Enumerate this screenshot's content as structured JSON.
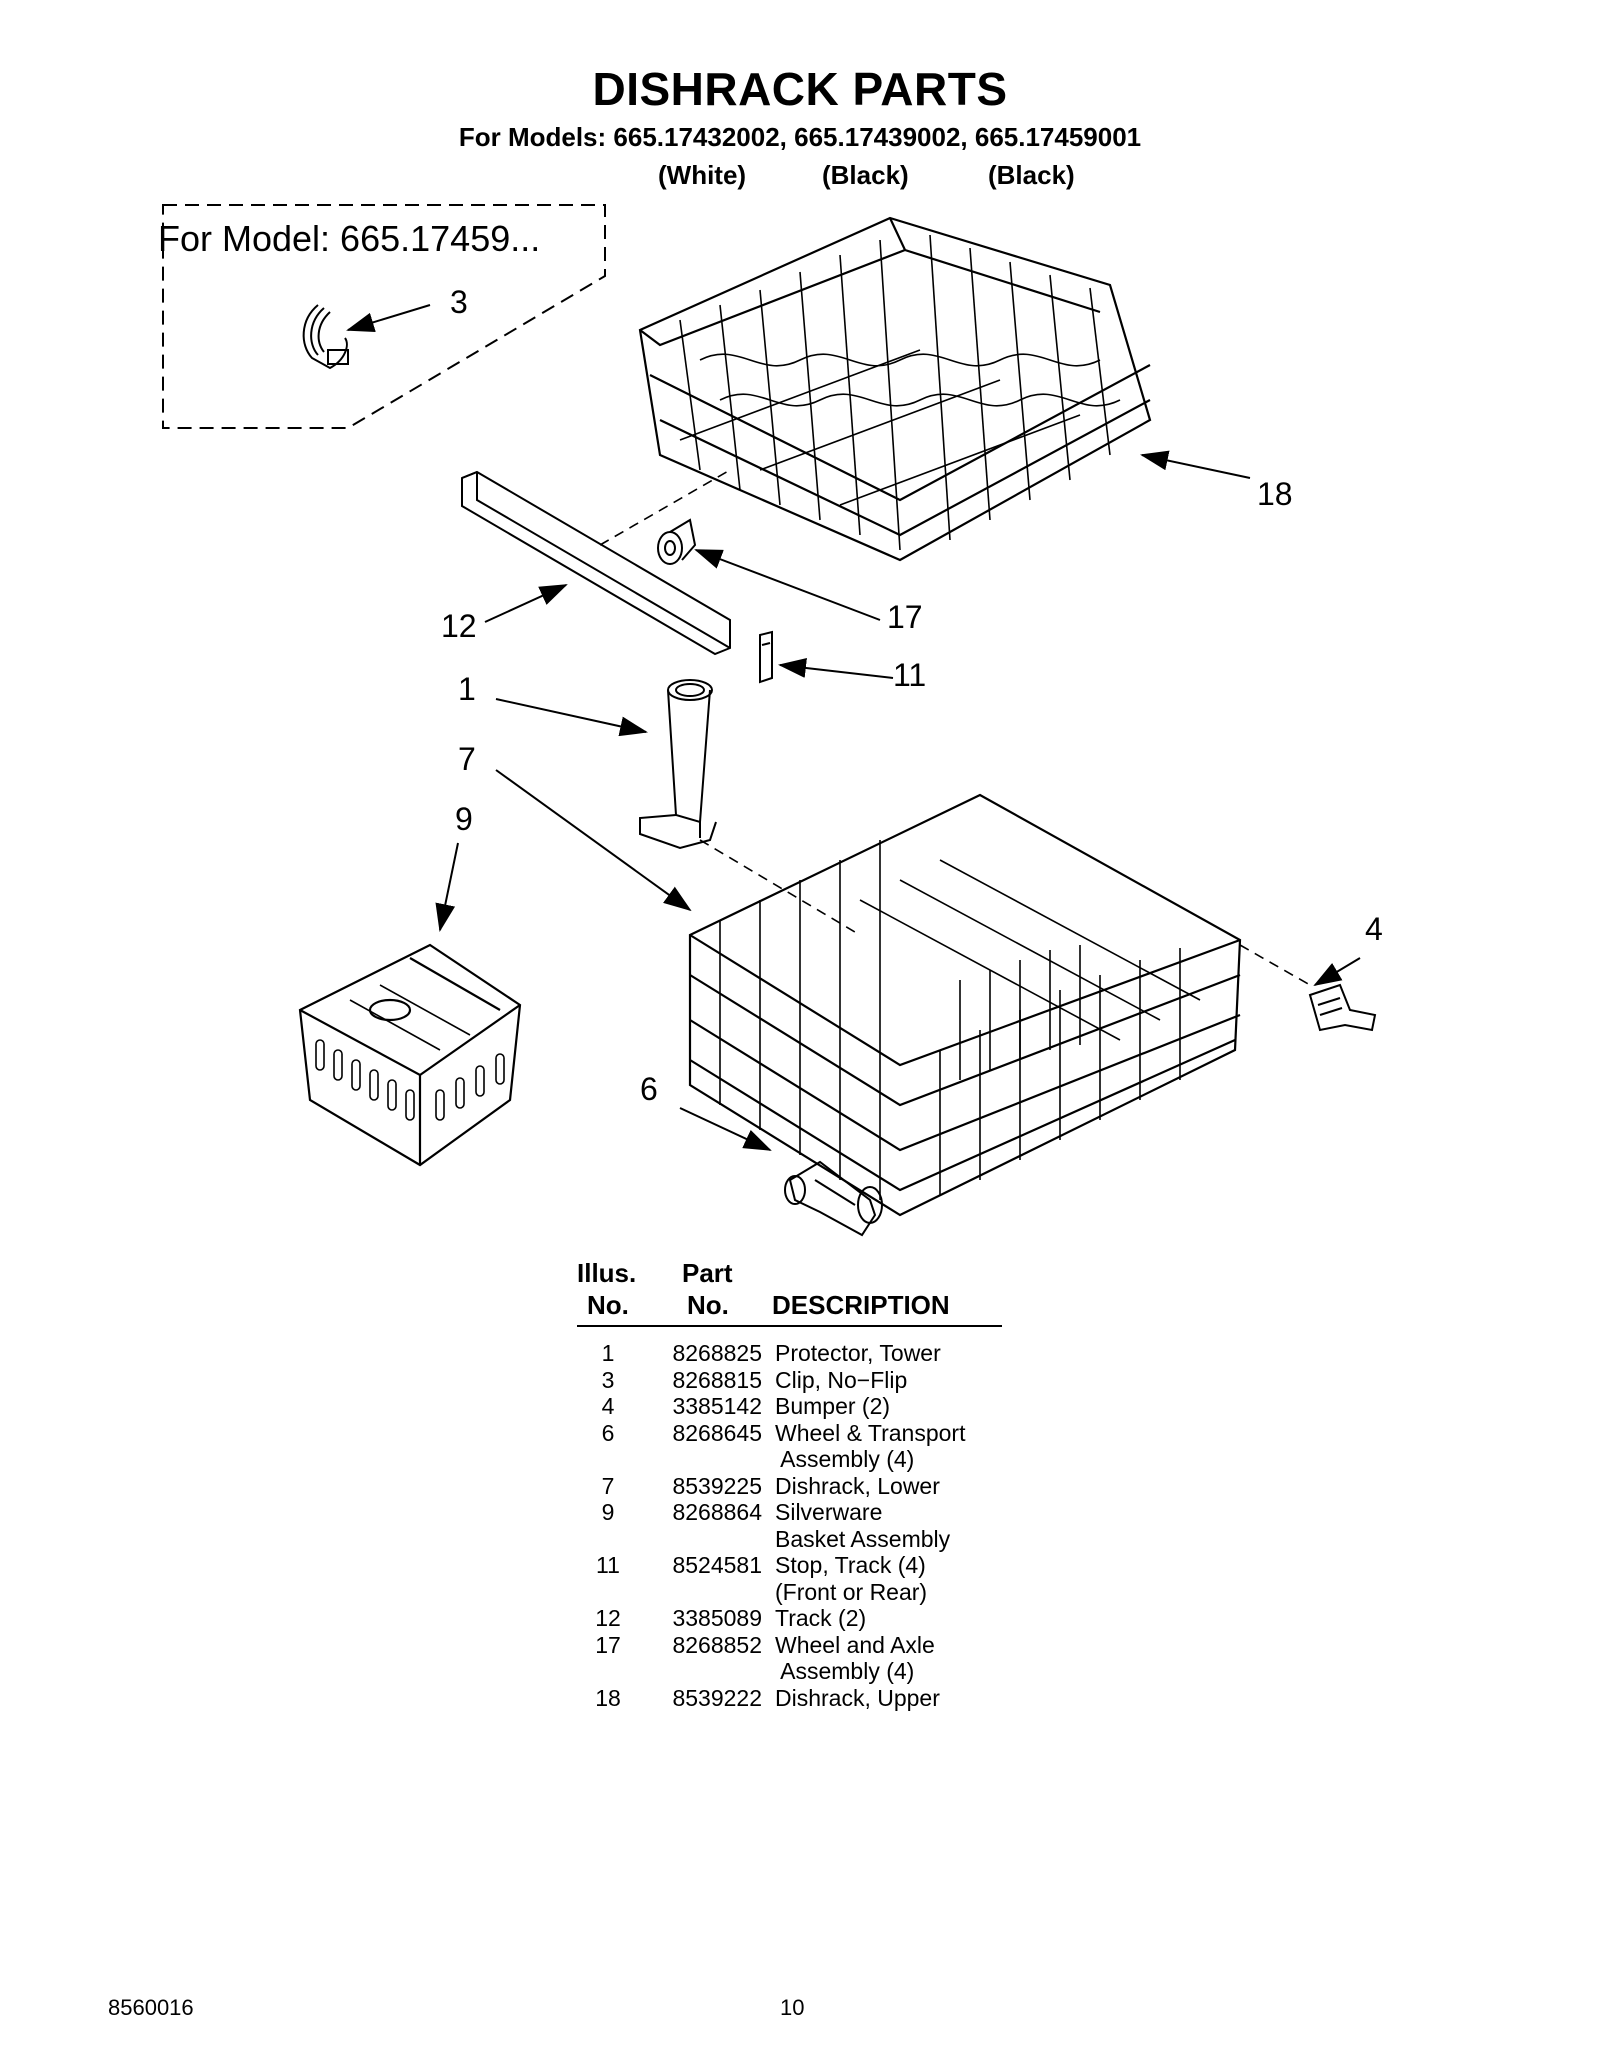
{
  "title": "DISHRACK PARTS",
  "models_line": "For Models: 665.17432002, 665.17439002, 665.17459001",
  "variants": [
    "(White)",
    "(Black)",
    "(Black)"
  ],
  "inset_label": "For Model: 665.17459...",
  "callouts": {
    "c3": "3",
    "c18": "18",
    "c12": "12",
    "c17": "17",
    "c11": "11",
    "c1": "1",
    "c7": "7",
    "c9": "9",
    "c4": "4",
    "c6": "6"
  },
  "table": {
    "header_illus_1": "Illus.",
    "header_illus_2": "No.",
    "header_part_1": "Part",
    "header_part_2": "No.",
    "header_desc": "DESCRIPTION",
    "rows": [
      {
        "illus": "1",
        "part": "8268825",
        "desc": "Protector, Tower"
      },
      {
        "illus": "3",
        "part": "8268815",
        "desc": "Clip, No−Flip"
      },
      {
        "illus": "4",
        "part": "3385142",
        "desc": "Bumper (2)"
      },
      {
        "illus": "6",
        "part": "8268645",
        "desc": "Wheel & Transport"
      },
      {
        "illus": "",
        "part": "",
        "desc": " Assembly (4)"
      },
      {
        "illus": "7",
        "part": "8539225",
        "desc": "Dishrack, Lower"
      },
      {
        "illus": "9",
        "part": "8268864",
        "desc": "Silverware"
      },
      {
        "illus": "",
        "part": "",
        "desc": "Basket Assembly"
      },
      {
        "illus": "11",
        "part": "8524581",
        "desc": "Stop, Track (4)"
      },
      {
        "illus": "",
        "part": "",
        "desc": "(Front or Rear)"
      },
      {
        "illus": "12",
        "part": "3385089",
        "desc": "Track (2)"
      },
      {
        "illus": "17",
        "part": "8268852",
        "desc": "Wheel and Axle"
      },
      {
        "illus": "",
        "part": "",
        "desc": " Assembly (4)"
      },
      {
        "illus": "18",
        "part": "8539222",
        "desc": "Dishrack, Upper"
      }
    ]
  },
  "footer": {
    "doc_number": "8560016",
    "page_number": "10"
  }
}
